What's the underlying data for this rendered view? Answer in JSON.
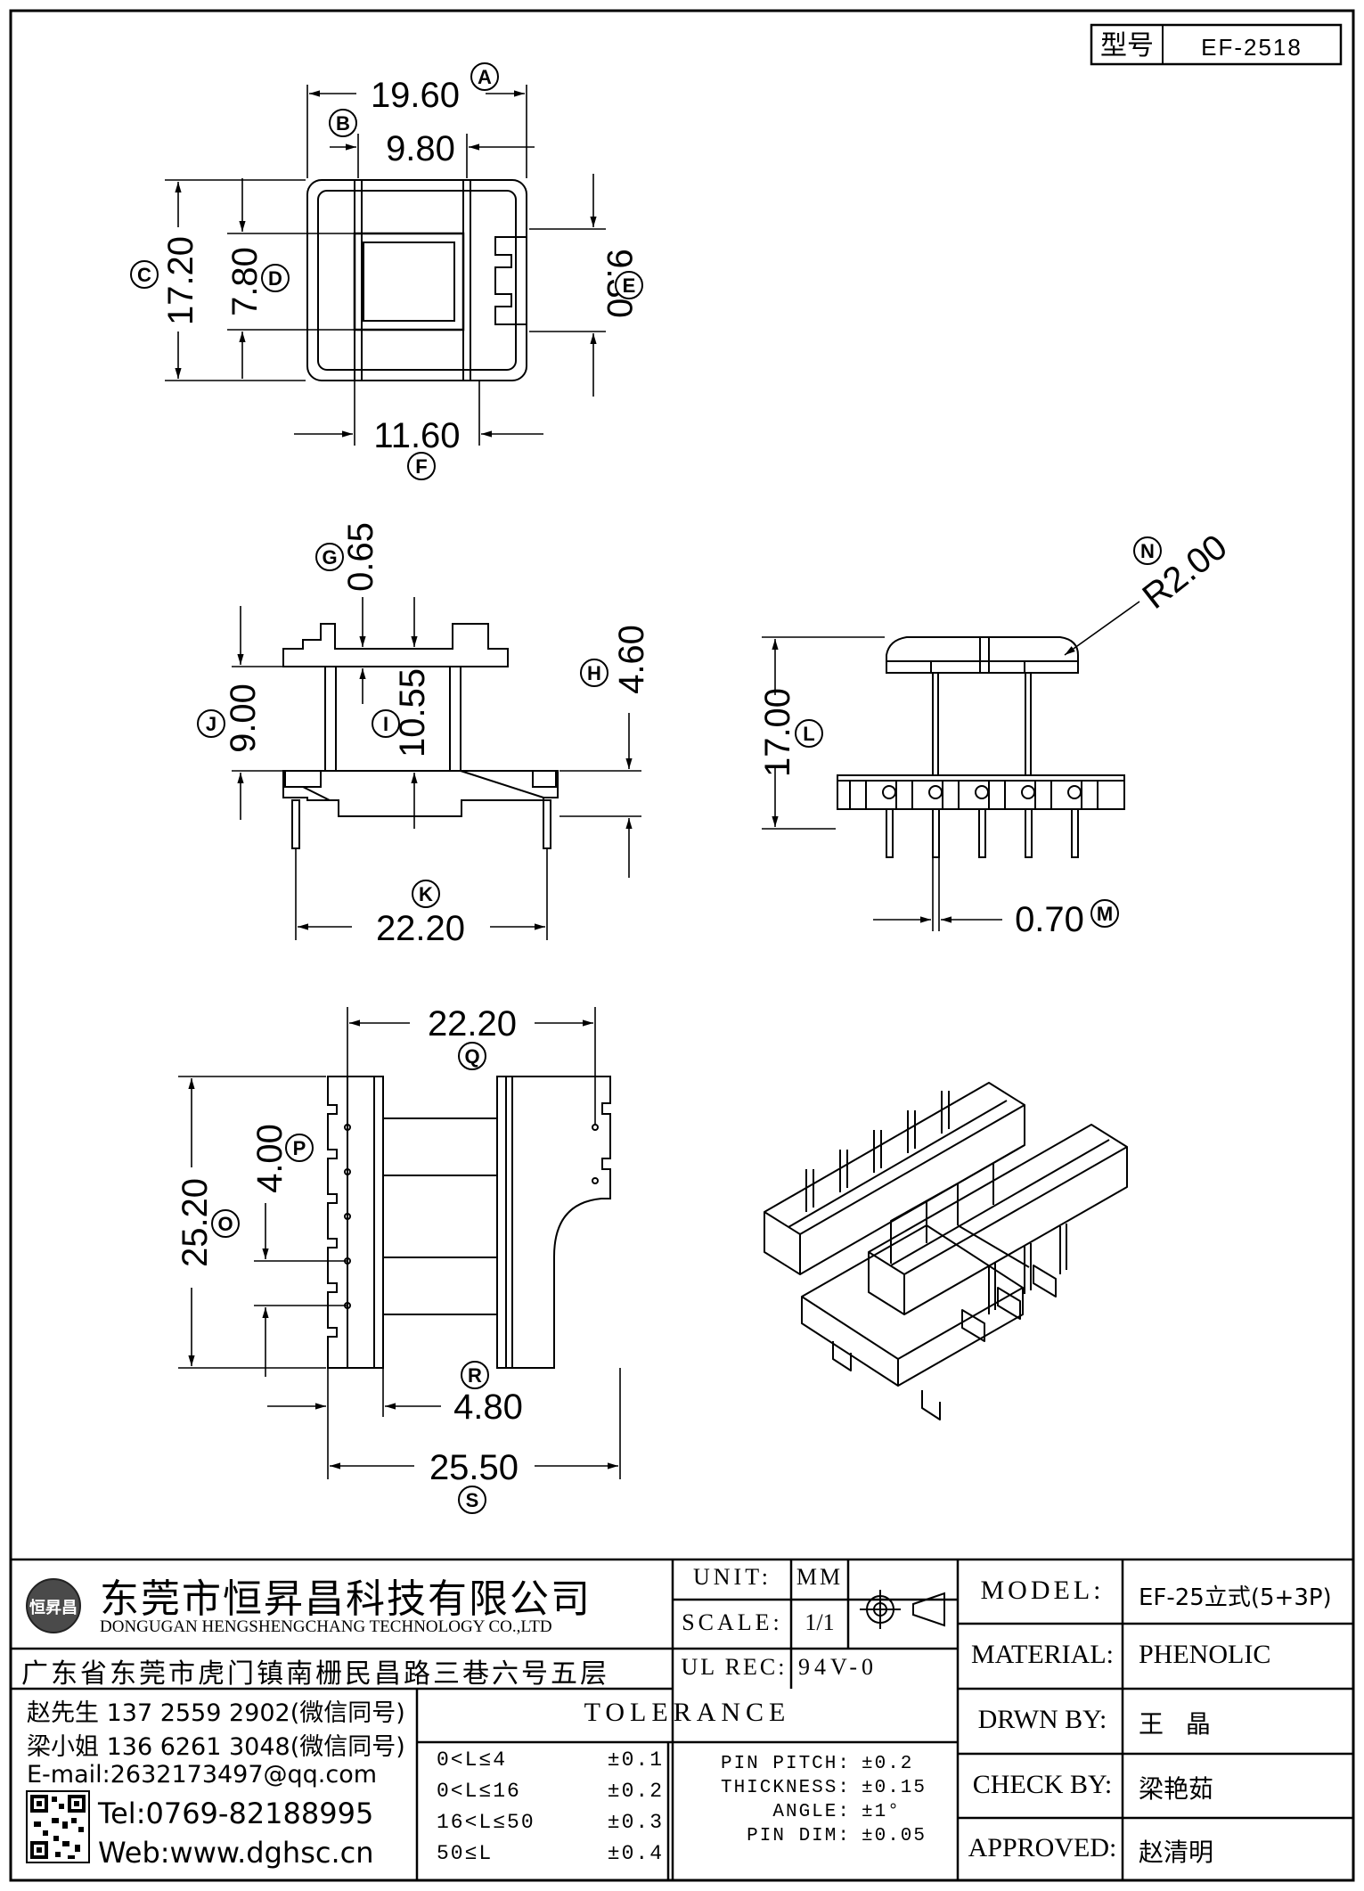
{
  "header": {
    "model_label": "型号",
    "model_value": "EF-2518"
  },
  "dimensions": {
    "A": {
      "letter": "A",
      "value": "19.60"
    },
    "B": {
      "letter": "B",
      "value": "9.80"
    },
    "C": {
      "letter": "C",
      "value": "17.20"
    },
    "D": {
      "letter": "D",
      "value": "7.80"
    },
    "E": {
      "letter": "E",
      "value": "9.30"
    },
    "F": {
      "letter": "F",
      "value": "11.60"
    },
    "G": {
      "letter": "G",
      "value": "0.65"
    },
    "H": {
      "letter": "H",
      "value": "4.60"
    },
    "I": {
      "letter": "I",
      "value": "10.55"
    },
    "J": {
      "letter": "J",
      "value": "9.00"
    },
    "K": {
      "letter": "K",
      "value": "22.20"
    },
    "L": {
      "letter": "L",
      "value": "17.00"
    },
    "M": {
      "letter": "M",
      "value": "0.70"
    },
    "N": {
      "letter": "N",
      "value": "R2.00"
    },
    "O": {
      "letter": "O",
      "value": "25.20"
    },
    "P": {
      "letter": "P",
      "value": "4.00"
    },
    "Q": {
      "letter": "Q",
      "value": "22.20"
    },
    "R": {
      "letter": "R",
      "value": "4.80"
    },
    "S": {
      "letter": "S",
      "value": "25.50"
    }
  },
  "company": {
    "name_cn": "东莞市恒昇昌科技有限公司",
    "name_en": "DONGUGAN HENGSHENGCHANG TECHNOLOGY CO.,LTD",
    "address": "广东省东莞市虎门镇南栅民昌路三巷六号五层",
    "logo_text": "恒昇昌",
    "contact1": "赵先生 137 2559 2902(微信同号)",
    "contact2": "梁小姐 136 6261 3048(微信同号)",
    "email": "E-mail:2632173497@qq.com",
    "tel": "Tel:0769-82188995",
    "web": "Web:www.dghsc.cn"
  },
  "spec": {
    "unit_label": "UNIT:",
    "unit_value": "MM",
    "scale_label": "SCALE:",
    "scale_value": "1/1",
    "ulrec_label": "UL REC:",
    "ulrec_value": "94V-0",
    "model_label": "MODEL:",
    "model_value": "EF-25立式(5+3P)",
    "material_label": "MATERIAL:",
    "material_value": "PHENOLIC",
    "drawn_label": "DRWN BY:",
    "drawn_value": "王 晶",
    "check_label": "CHECK BY:",
    "check_value": "梁艳茹",
    "approved_label": "APPROVED:",
    "approved_value": "赵清明"
  },
  "tolerance": {
    "title": "TOLERANCE",
    "rows": [
      {
        "range": "0<L≤4",
        "tol": "±0.1"
      },
      {
        "range": "0<L≤16",
        "tol": "±0.2"
      },
      {
        "range": "16<L≤50",
        "tol": "±0.3"
      },
      {
        "range": "50≤L",
        "tol": "±0.4"
      }
    ],
    "extra": [
      {
        "label": "PIN PITCH:",
        "tol": "±0.2"
      },
      {
        "label": "THICKNESS:",
        "tol": "±0.15"
      },
      {
        "label": "ANGLE:",
        "tol": "±1°"
      },
      {
        "label": "PIN DIM:",
        "tol": "±0.05"
      }
    ]
  }
}
